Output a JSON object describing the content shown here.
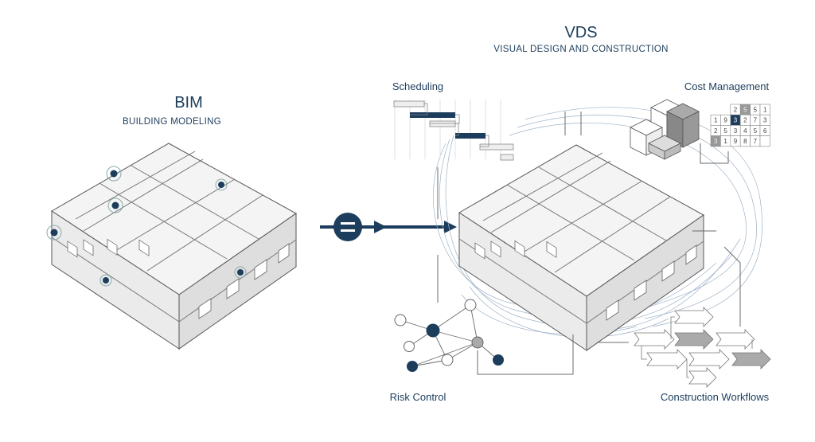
{
  "bim": {
    "title": "BIM",
    "subtitle": "BUILDING MODELING"
  },
  "vds": {
    "title": "VDS",
    "subtitle": "VISUAL DESIGN AND CONSTRUCTION"
  },
  "modules": {
    "scheduling": "Scheduling",
    "cost": "Cost Management",
    "risk": "Risk Control",
    "workflows": "Construction Workflows"
  },
  "equals_symbol": "=",
  "cost_grid": [
    [
      "",
      "",
      "2",
      "5",
      "5",
      "1"
    ],
    [
      "1",
      "9",
      "3",
      "2",
      "7",
      "3"
    ],
    [
      "2",
      "5",
      "3",
      "4",
      "5",
      "6"
    ],
    [
      "3",
      "1",
      "9",
      "8",
      "7",
      ""
    ]
  ],
  "cost_grid_highlights": {
    "gray": [
      [
        0,
        3
      ],
      [
        3,
        0
      ]
    ],
    "dark": [
      [
        1,
        2
      ]
    ]
  },
  "colors": {
    "navy": "#1d3d5c",
    "gray": "#9a9a9a",
    "line": "#6b6b6b",
    "flow": "#9fb3c8"
  }
}
